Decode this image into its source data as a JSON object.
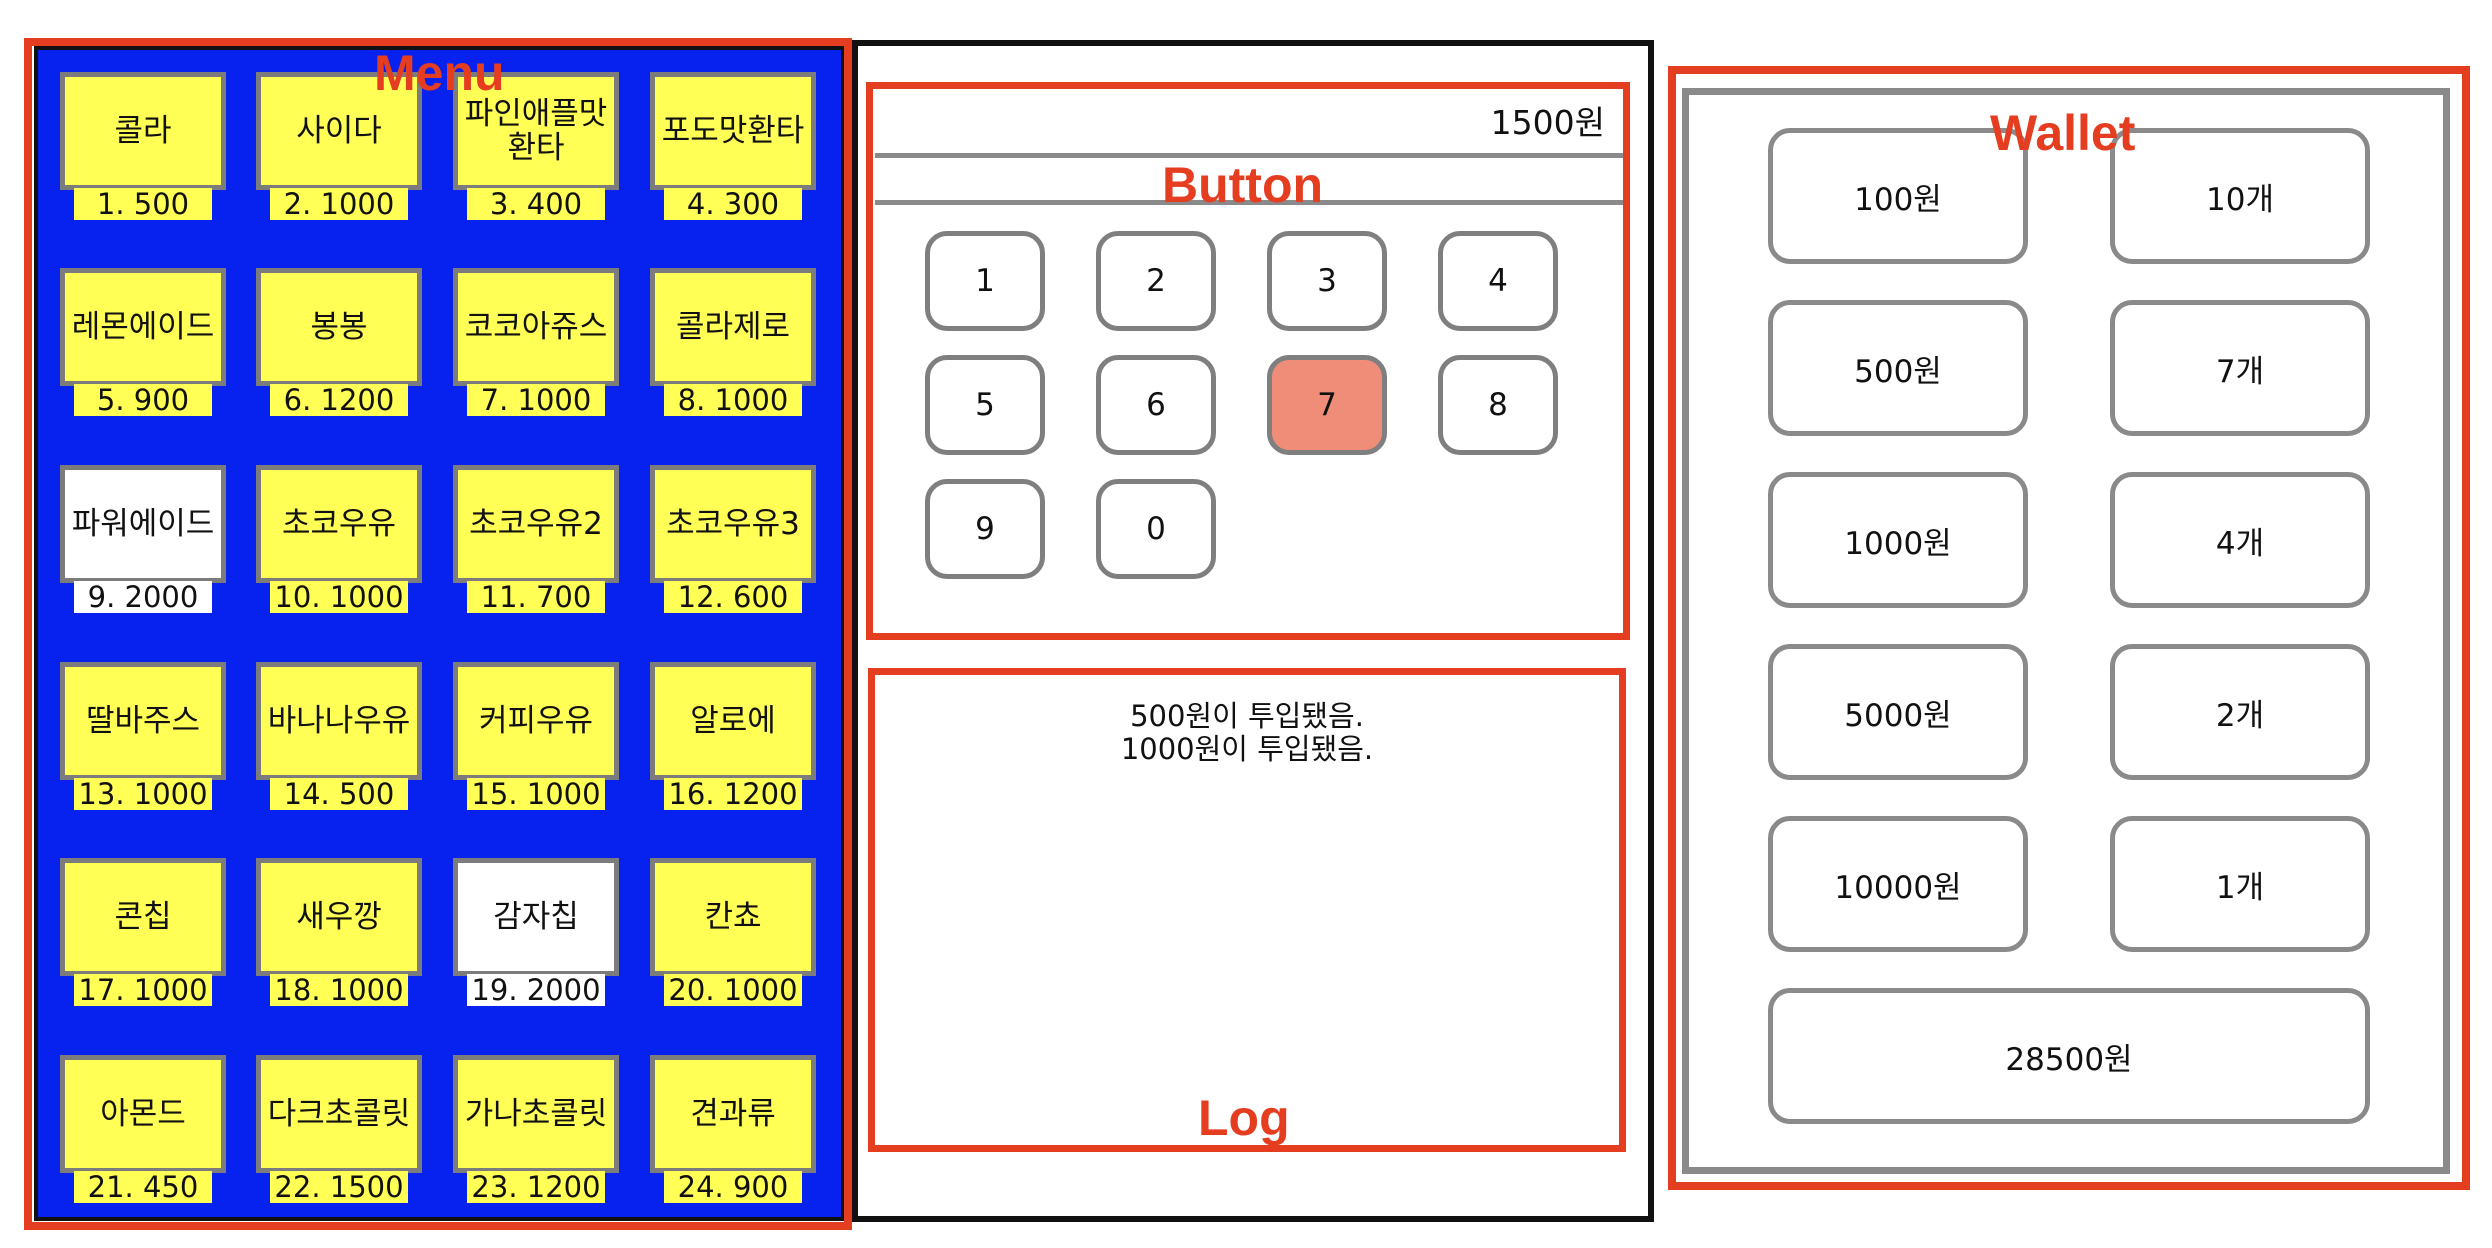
{
  "menu": {
    "label": "Menu",
    "items": [
      {
        "name": "콜라",
        "price": "1. 500"
      },
      {
        "name": "사이다",
        "price": "2. 1000"
      },
      {
        "name": "파인애플맛 환타",
        "price": "3. 400"
      },
      {
        "name": "포도맛환타",
        "price": "4. 300"
      },
      {
        "name": "레몬에이드",
        "price": "5. 900"
      },
      {
        "name": "봉봉",
        "price": "6. 1200"
      },
      {
        "name": "코코아쥬스",
        "price": "7. 1000"
      },
      {
        "name": "콜라제로",
        "price": "8. 1000"
      },
      {
        "name": "파워에이드",
        "price": "9. 2000"
      },
      {
        "name": "초코우유",
        "price": "10. 1000"
      },
      {
        "name": "초코우유2",
        "price": "11. 700"
      },
      {
        "name": "초코우유3",
        "price": "12. 600"
      },
      {
        "name": "딸바주스",
        "price": "13. 1000"
      },
      {
        "name": "바나나우유",
        "price": "14. 500"
      },
      {
        "name": "커피우유",
        "price": "15. 1000"
      },
      {
        "name": "알로에",
        "price": "16. 1200"
      },
      {
        "name": "콘칩",
        "price": "17. 1000"
      },
      {
        "name": "새우깡",
        "price": "18. 1000"
      },
      {
        "name": "감자칩",
        "price": "19. 2000"
      },
      {
        "name": "칸쵸",
        "price": "20. 1000"
      },
      {
        "name": "아몬드",
        "price": "21. 450"
      },
      {
        "name": "다크초콜릿",
        "price": "22. 1500"
      },
      {
        "name": "가나초콜릿",
        "price": "23. 1200"
      },
      {
        "name": "견과류",
        "price": "24. 900"
      }
    ],
    "colors": {
      "background": "#0722ee",
      "item": "#ffff55",
      "unavailable_item": "#ffffff"
    }
  },
  "button_panel": {
    "label": "Button",
    "balance": "1500원",
    "keys": [
      "1",
      "2",
      "3",
      "4",
      "5",
      "6",
      "7",
      "8",
      "9",
      "0"
    ],
    "selected_key": "7"
  },
  "log": {
    "label": "Log",
    "lines": [
      "500원이 투입됐음.",
      "1000원이 투입됐음."
    ]
  },
  "wallet": {
    "label": "Wallet",
    "rows": [
      {
        "coin": "100원",
        "count": "10개"
      },
      {
        "coin": "500원",
        "count": "7개"
      },
      {
        "coin": "1000원",
        "count": "4개"
      },
      {
        "coin": "5000원",
        "count": "2개"
      },
      {
        "coin": "10000원",
        "count": "1개"
      }
    ],
    "total": "28500원"
  },
  "colors": {
    "annotation": "#e53d20",
    "border_gray": "#8a8a8a",
    "active_key": "#ef8d78"
  }
}
